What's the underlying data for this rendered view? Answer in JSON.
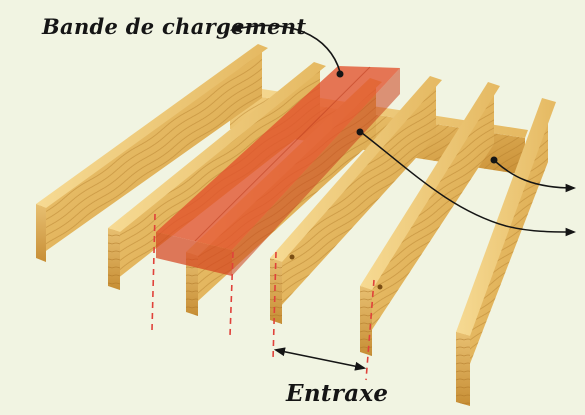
{
  "diagram": {
    "labels": {
      "loading_band": "Bande de chargement",
      "spacing": "Entraxe"
    },
    "colors": {
      "background": "#f1f4e2",
      "wood_face_light": "#e9bf68",
      "wood_face_dark": "#c78e35",
      "wood_top": "#f0cf7f",
      "wood_grain": "#a8701f",
      "loading_band_fill": "#e2512b",
      "dimension_line": "#e0413a",
      "arrow": "#151515"
    },
    "components": [
      "joist",
      "cross-beam",
      "loading-band",
      "dimension-line",
      "spacing-arrow",
      "callout-arrow"
    ]
  }
}
